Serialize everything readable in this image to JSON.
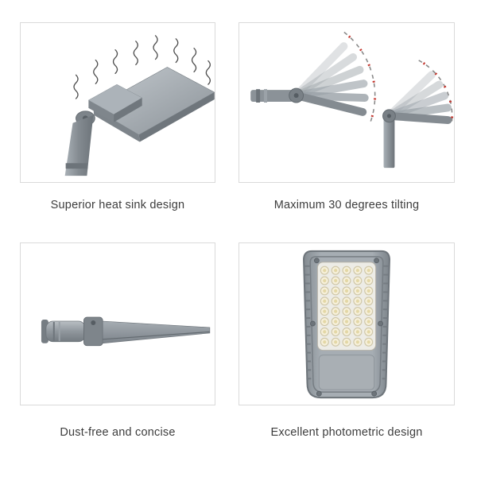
{
  "page": {
    "background": "#ffffff",
    "box_border_color": "#dadada"
  },
  "colors": {
    "lamp_gray": "#9aa1a7",
    "lamp_gray_dark": "#6f767c",
    "tick_red": "#c4372f",
    "led_cream": "#f7f1dc"
  },
  "panels": [
    {
      "id": "heat-sink",
      "caption": "Superior heat sink design",
      "illustration": "street-light-angled-top-view-with-heat-waves"
    },
    {
      "id": "tilting",
      "caption": "Maximum 30 degrees tilting",
      "illustration": "street-light-tilt-range-fan-with-angle-marks"
    },
    {
      "id": "dust-free",
      "caption": "Dust-free and concise",
      "illustration": "street-light-slim-side-profile"
    },
    {
      "id": "photometric",
      "caption": "Excellent photometric design",
      "illustration": "street-light-front-led-panel"
    }
  ]
}
